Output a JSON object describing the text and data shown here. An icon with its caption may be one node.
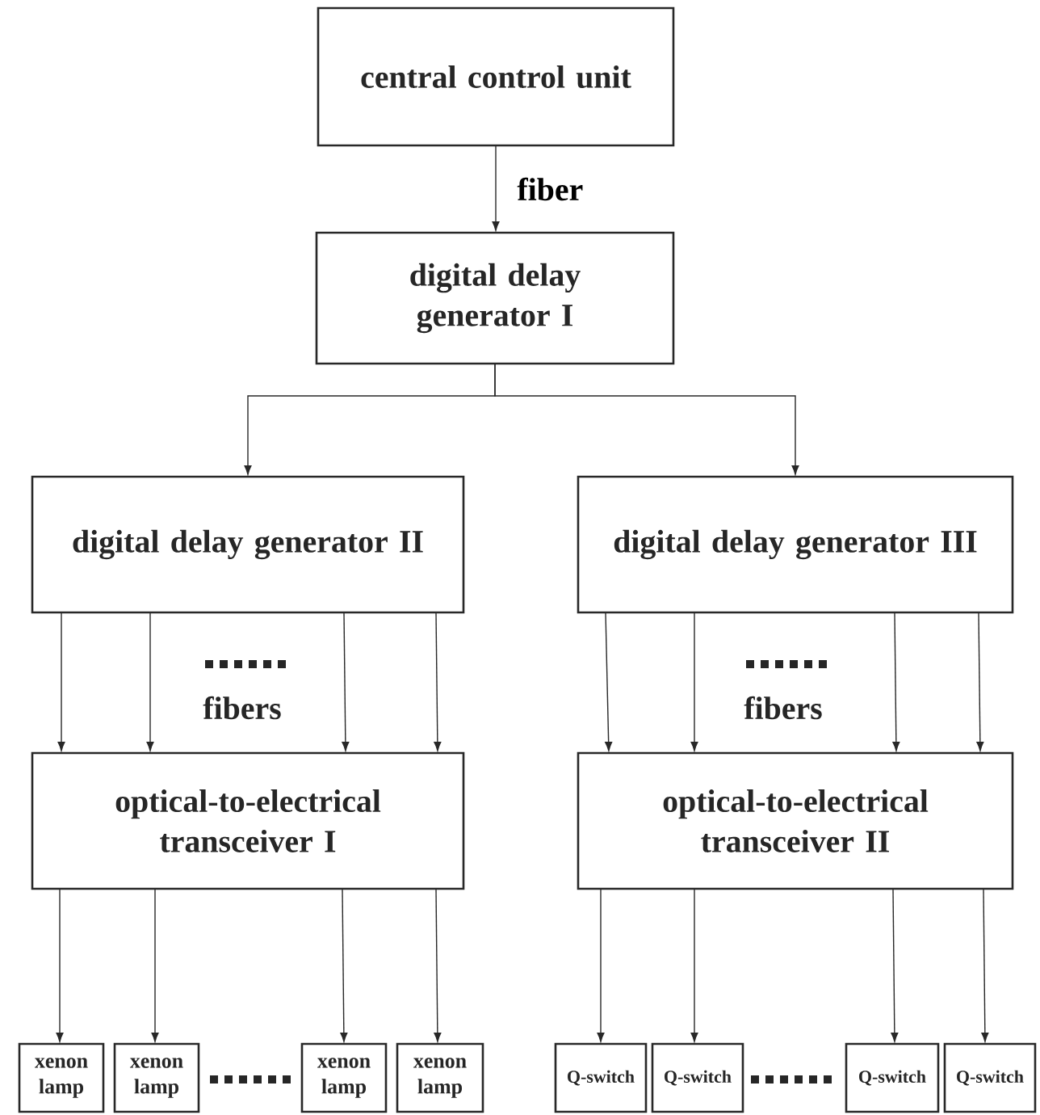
{
  "diagram": {
    "nodes": [
      {
        "text": [
          "central control unit"
        ]
      },
      {
        "text": [
          "digital delay generator I"
        ]
      },
      {
        "text": [
          "digital delay generator II"
        ]
      },
      {
        "text": [
          "digital delay generator III"
        ]
      },
      {
        "text": [
          "optical-to-electrical transceiver I"
        ]
      },
      {
        "text": [
          "optical-to-electrical transceiver II"
        ]
      },
      {
        "text": [
          "xenon lamp"
        ]
      },
      {
        "text": [
          "xenon lamp"
        ]
      },
      {
        "text": [
          "xenon lamp"
        ]
      },
      {
        "text": [
          "xenon lamp"
        ]
      },
      {
        "text": [
          "Q-switch"
        ]
      },
      {
        "text": [
          "Q-switch"
        ]
      },
      {
        "text": [
          "Q-switch"
        ]
      },
      {
        "text": [
          "Q-switch"
        ]
      }
    ],
    "edges": [
      {
        "from": 0,
        "to": 1,
        "arrow": "to",
        "label": "fiber"
      },
      {
        "from": 1,
        "to": 2,
        "arrow": "to"
      },
      {
        "from": 1,
        "to": 3,
        "arrow": "to"
      },
      {
        "from": 2,
        "to": 4,
        "arrow": "to"
      },
      {
        "from": 2,
        "to": 4,
        "arrow": "to"
      },
      {
        "from": 2,
        "to": 4,
        "arrow": "to"
      },
      {
        "from": 2,
        "to": 4,
        "arrow": "to"
      },
      {
        "from": 3,
        "to": 5,
        "arrow": "to"
      },
      {
        "from": 3,
        "to": 5,
        "arrow": "to"
      },
      {
        "from": 3,
        "to": 5,
        "arrow": "to"
      },
      {
        "from": 3,
        "to": 5,
        "arrow": "to"
      },
      {
        "from": 4,
        "to": 6,
        "arrow": "to"
      },
      {
        "from": 4,
        "to": 7,
        "arrow": "to"
      },
      {
        "from": 4,
        "to": 8,
        "arrow": "to"
      },
      {
        "from": 4,
        "to": 9,
        "arrow": "to"
      },
      {
        "from": 5,
        "to": 10,
        "arrow": "to"
      },
      {
        "from": 5,
        "to": 11,
        "arrow": "to"
      },
      {
        "from": 5,
        "to": 12,
        "arrow": "to"
      },
      {
        "from": 5,
        "to": 13,
        "arrow": "to"
      }
    ],
    "labels": [
      "fibers",
      "fibers"
    ]
  }
}
